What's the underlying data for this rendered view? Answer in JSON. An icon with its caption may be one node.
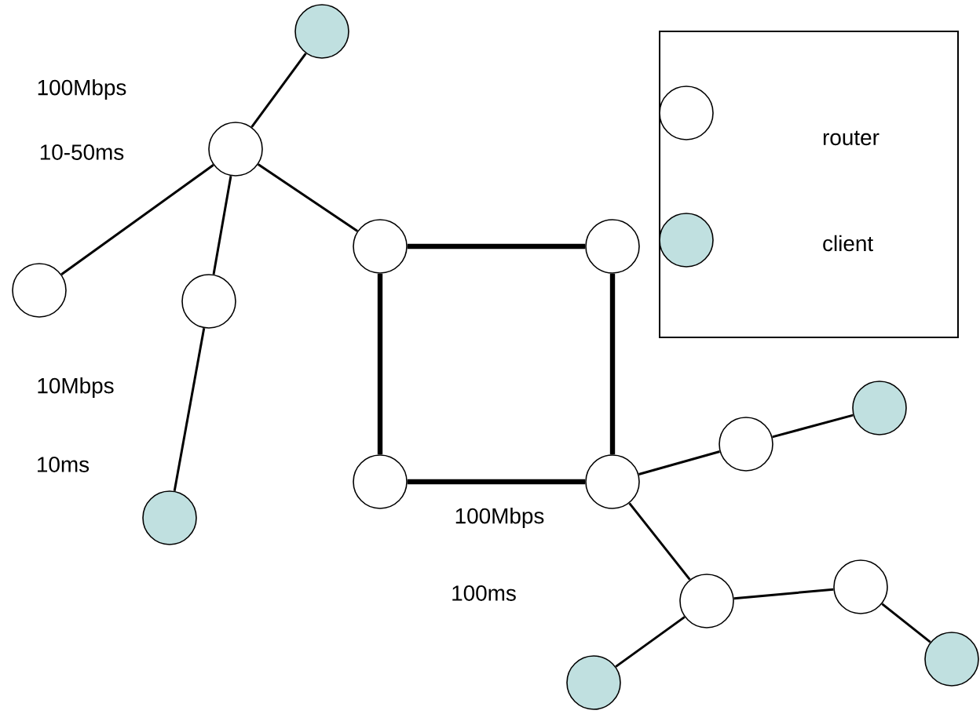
{
  "diagram": {
    "nodes": [
      {
        "text": [],
        "shape": "circle"
      },
      {
        "text": [],
        "shape": "circle"
      },
      {
        "text": [],
        "shape": "circle"
      },
      {
        "text": [],
        "shape": "circle"
      },
      {
        "text": [],
        "shape": "circle"
      },
      {
        "text": [],
        "shape": "circle"
      },
      {
        "text": [],
        "shape": "circle"
      },
      {
        "text": [],
        "shape": "circle"
      },
      {
        "text": [],
        "shape": "circle"
      },
      {
        "text": [],
        "shape": "circle"
      },
      {
        "text": [],
        "shape": "circle"
      },
      {
        "text": [],
        "shape": "circle"
      },
      {
        "text": [],
        "shape": "circle"
      },
      {
        "text": [],
        "shape": "circle"
      },
      {
        "text": [],
        "shape": "circle"
      }
    ],
    "edges": [
      {
        "from": 1,
        "to": 0,
        "arrow": "none"
      },
      {
        "from": 1,
        "to": 4,
        "arrow": "none"
      },
      {
        "from": 1,
        "to": 5,
        "arrow": "none"
      },
      {
        "from": 5,
        "to": 10,
        "arrow": "none"
      },
      {
        "from": 1,
        "to": 2,
        "arrow": "none"
      },
      {
        "from": 2,
        "to": 3,
        "arrow": "none",
        "style": "thick"
      },
      {
        "from": 2,
        "to": 8,
        "arrow": "none",
        "style": "thick"
      },
      {
        "from": 3,
        "to": 9,
        "arrow": "none",
        "style": "thick"
      },
      {
        "from": 8,
        "to": 9,
        "arrow": "none",
        "style": "thick"
      },
      {
        "from": 9,
        "to": 7,
        "arrow": "none"
      },
      {
        "from": 7,
        "to": 6,
        "arrow": "none"
      },
      {
        "from": 9,
        "to": 12,
        "arrow": "none"
      },
      {
        "from": 12,
        "to": 11,
        "arrow": "none"
      },
      {
        "from": 11,
        "to": 13,
        "arrow": "none"
      },
      {
        "from": 12,
        "to": 14,
        "arrow": "none"
      }
    ],
    "labels": [
      "100Mbps",
      "10-50ms",
      "10Mbps",
      "10ms",
      "100Mbps",
      "100ms"
    ],
    "legend": [
      {
        "text": "router"
      },
      {
        "text": "client",
        "color": "#c0e0e0"
      }
    ]
  }
}
